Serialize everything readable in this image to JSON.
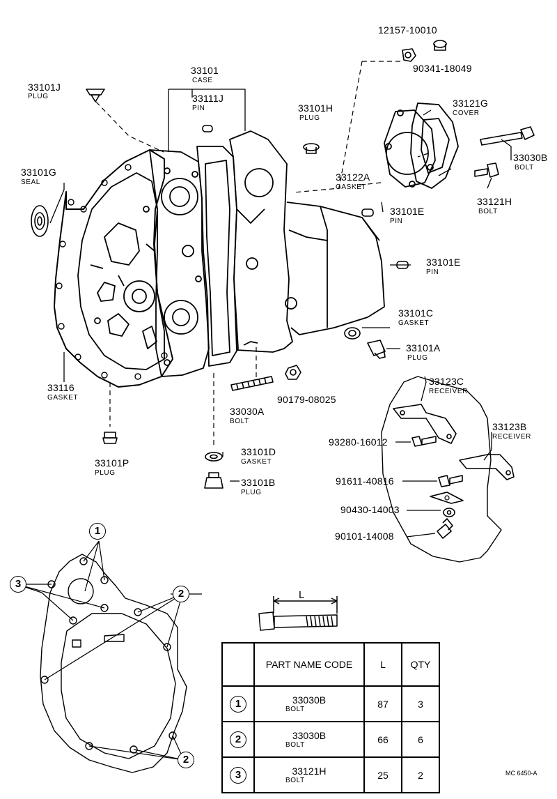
{
  "parts": {
    "case": {
      "code": "33101",
      "name": "CASE"
    },
    "pin_33111j": {
      "code": "33111J",
      "name": "PIN"
    },
    "plug_33101j": {
      "code": "33101J",
      "name": "PLUG"
    },
    "plug_33101h": {
      "code": "33101H",
      "name": "PLUG"
    },
    "seal_33101g": {
      "code": "33101G",
      "name": "SEAL"
    },
    "gasket_33116": {
      "code": "33116",
      "name": "GASKET"
    },
    "bolt_33030a": {
      "code": "33030A",
      "name": "BOLT"
    },
    "nut_90179": {
      "code": "90179-08025"
    },
    "plug_33101p": {
      "code": "33101P",
      "name": "PLUG"
    },
    "gasket_33101d": {
      "code": "33101D",
      "name": "GASKET"
    },
    "plug_33101b": {
      "code": "33101B",
      "name": "PLUG"
    },
    "nut_12157": {
      "code": "12157-10010"
    },
    "plug_90341": {
      "code": "90341-18049"
    },
    "cover_33121g": {
      "code": "33121G",
      "name": "COVER"
    },
    "bolt_33030b": {
      "code": "33030B",
      "name": "BOLT"
    },
    "gasket_33122a": {
      "code": "33122A",
      "name": "GASKET"
    },
    "bolt_33121h": {
      "code": "33121H",
      "name": "BOLT"
    },
    "pin_33101e_1": {
      "code": "33101E",
      "name": "PIN"
    },
    "pin_33101e_2": {
      "code": "33101E",
      "name": "PIN"
    },
    "gasket_33101c": {
      "code": "33101C",
      "name": "GASKET"
    },
    "plug_33101a": {
      "code": "33101A",
      "name": "PLUG"
    },
    "receiver_33123c": {
      "code": "33123C",
      "name": "RECEIVER"
    },
    "receiver_33123b": {
      "code": "33123B",
      "name": "RECEIVER"
    },
    "bolt_93280": {
      "code": "93280-16012"
    },
    "bolt_91611": {
      "code": "91611-40816"
    },
    "washer_90430": {
      "code": "90430-14003"
    },
    "plug_90101": {
      "code": "90101-14008"
    }
  },
  "callouts": {
    "one": "1",
    "two": "2",
    "three": "3"
  },
  "bolt_dimension_label": "L",
  "table": {
    "headers": {
      "part_name_code": "PART NAME CODE",
      "l": "L",
      "qty": "QTY"
    },
    "rows": [
      {
        "marker": "1",
        "code": "33030B",
        "name": "BOLT",
        "l": "87",
        "qty": "3"
      },
      {
        "marker": "2",
        "code": "33030B",
        "name": "BOLT",
        "l": "66",
        "qty": "6"
      },
      {
        "marker": "3",
        "code": "33121H",
        "name": "BOLT",
        "l": "25",
        "qty": "2"
      }
    ]
  },
  "reference_code": "MC 6450-A"
}
